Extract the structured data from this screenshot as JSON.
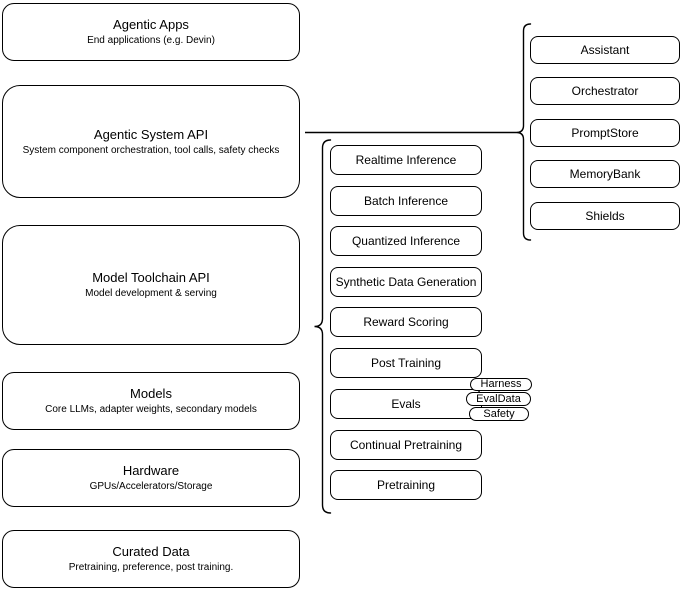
{
  "diagram": {
    "colors": {
      "background": "#ffffff",
      "node_fill": "#ffffff",
      "node_stroke": "#000000",
      "text": "#000000"
    },
    "stack": [
      {
        "title": "Agentic Apps",
        "subtitle": "End applications (e.g. Devin)"
      },
      {
        "title": "Agentic System API",
        "subtitle": "System component orchestration, tool calls, safety checks"
      },
      {
        "title": "Model Toolchain API",
        "subtitle": "Model development & serving"
      },
      {
        "title": "Models",
        "subtitle": "Core LLMs, adapter weights, secondary models"
      },
      {
        "title": "Hardware",
        "subtitle": "GPUs/Accelerators/Storage"
      },
      {
        "title": "Curated Data",
        "subtitle": "Pretraining, preference, post training."
      }
    ],
    "toolchain_items": [
      "Realtime Inference",
      "Batch Inference",
      "Quantized Inference",
      "Synthetic Data Generation",
      "Reward Scoring",
      "Post Training",
      "Evals",
      "Continual Pretraining",
      "Pretraining"
    ],
    "evals_tags": [
      "Harness",
      "EvalData",
      "Safety"
    ],
    "system_components": [
      "Assistant",
      "Orchestrator",
      "PromptStore",
      "MemoryBank",
      "Shields"
    ]
  }
}
